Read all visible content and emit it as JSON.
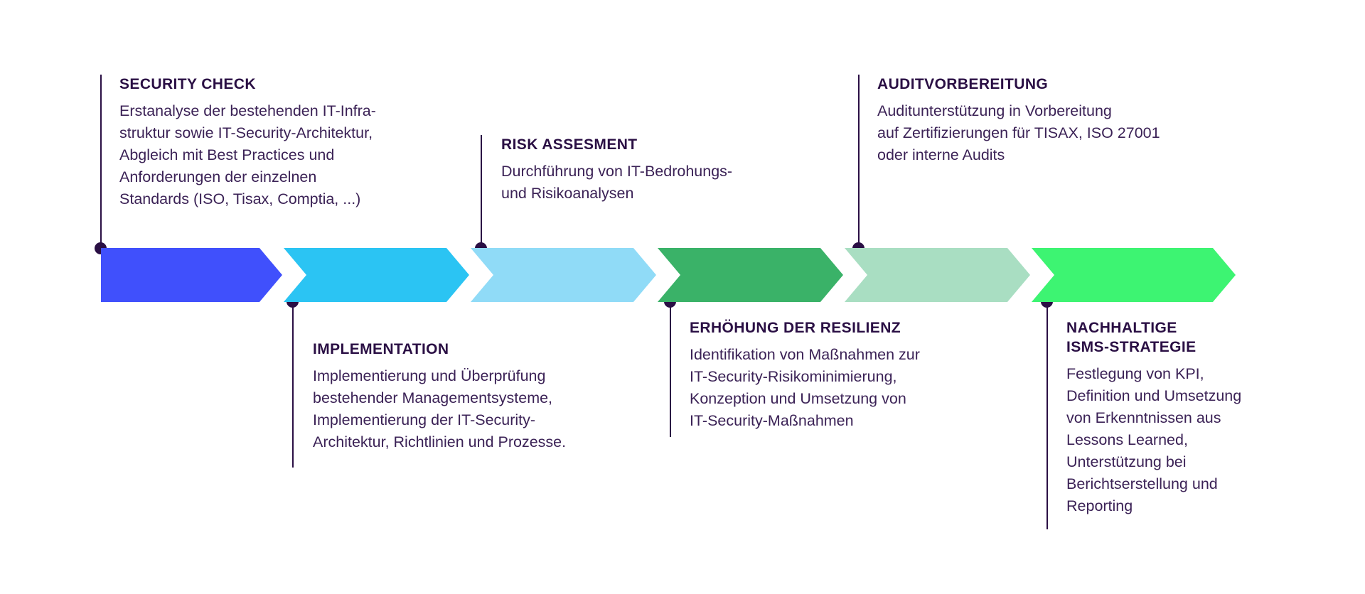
{
  "diagram": {
    "type": "process-timeline-chevron",
    "background_color": "#FFFFFF",
    "title_color": "#2A0F44",
    "body_color": "#3B2256",
    "connector_color": "#2A0F44",
    "steps": [
      {
        "index": 1,
        "title": "SECURITY CHECK",
        "body": "Erstanalyse der bestehenden IT-Infra-\nstruktur sowie IT-Security-Architektur,\nAbgleich mit Best Practices und\nAnforderungen der einzelnen\nStandards (ISO, Tisax, Comptia, ...)",
        "color": "#4050FC",
        "color_name": "royal-blue",
        "label_position": "above"
      },
      {
        "index": 2,
        "title": "IMPLEMENTATION",
        "body": "Implementierung und Überprüfung\nbestehender Managementsysteme,\nImplementierung der IT-Security-\nArchitektur, Richtlinien und Prozesse.",
        "color": "#2BC4F3",
        "color_name": "cyan",
        "label_position": "below"
      },
      {
        "index": 3,
        "title": "RISK ASSESMENT",
        "body": "Durchführung von IT-Bedrohungs-\nund Risikoanalysen",
        "color": "#90DBF7",
        "color_name": "light-cyan",
        "label_position": "above"
      },
      {
        "index": 4,
        "title": "ERHÖHUNG DER RESILIENZ",
        "body": "Identifikation von Maßnahmen zur\nIT-Security-Risikominimierung,\nKonzeption und Umsetzung von\nIT-Security-Maßnahmen",
        "color": "#3AB268",
        "color_name": "green",
        "label_position": "below"
      },
      {
        "index": 5,
        "title": "AUDITVORBEREITUNG",
        "body": "Auditunterstützung in Vorbereitung\nauf Zertifizierungen für TISAX, ISO 27001\noder interne Audits",
        "color": "#A9DEC2",
        "color_name": "light-green",
        "label_position": "above"
      },
      {
        "index": 6,
        "title": "NACHHALTIGE\nISMS-STRATEGIE",
        "body": "Festlegung von KPI,\nDefinition und Umsetzung\nvon Erkenntnissen aus\nLessons Learned,\nUnterstützung bei\nBerichtserstellung und\nReporting",
        "color": "#3DF472",
        "color_name": "bright-green",
        "label_position": "below"
      }
    ]
  }
}
